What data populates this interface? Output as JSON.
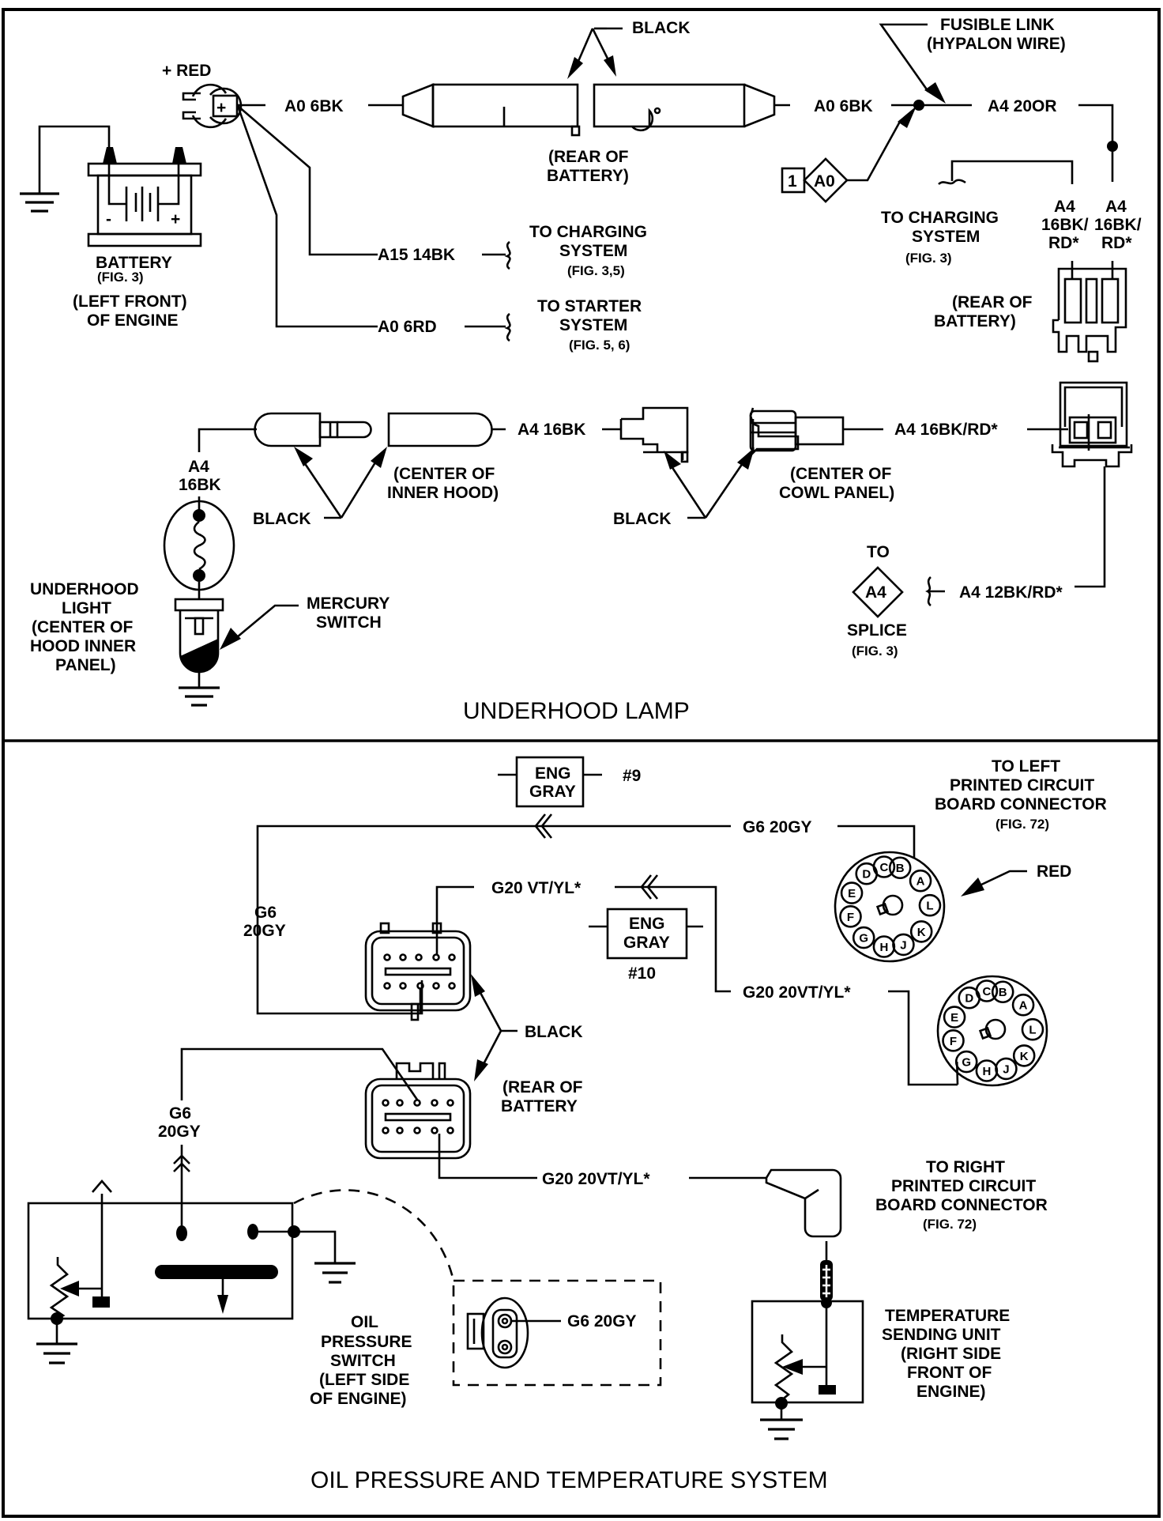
{
  "sections": [
    {
      "title": "UNDERHOOD LAMP",
      "labels": {
        "battery_terminal": "+ RED",
        "terminal_plus": "+",
        "battery_minus": "-",
        "battery_plus": "+",
        "battery_name": "BATTERY",
        "battery_fig": "(FIG. 3)",
        "battery_loc_1": "(LEFT FRONT)",
        "battery_loc_2": "OF ENGINE",
        "wire_a0_6bk_left": "A0 6BK",
        "wire_a0_6bk_right": "A0 6BK",
        "wire_a15_14bk": "A15 14BK",
        "wire_a0_6rd": "A0 6RD",
        "to_charging_1": "TO CHARGING",
        "to_charging_2": "SYSTEM",
        "to_charging_fig": "(FIG. 3,5)",
        "to_starter_1": "TO STARTER",
        "to_starter_2": "SYSTEM",
        "to_starter_fig": "(FIG. 5, 6)",
        "connector_color_top": "BLACK",
        "rear_battery_top_1": "(REAR OF",
        "rear_battery_top_2": "BATTERY)",
        "fusible_link_1": "FUSIBLE LINK",
        "fusible_link_2": "(HYPALON WIRE)",
        "wire_a4_20or": "A4 20OR",
        "splice_num": "1",
        "splice_a0": "A0",
        "to_charging_r_1": "TO CHARGING",
        "to_charging_r_2": "SYSTEM",
        "to_charging_r_fig": "(FIG. 3)",
        "a4_left_1": "A4",
        "a4_left_2": "16BK/",
        "a4_left_3": "RD*",
        "a4_right_1": "A4",
        "a4_right_2": "16BK/",
        "a4_right_3": "RD*",
        "rear_battery_r_1": "(REAR OF",
        "rear_battery_r_2": "BATTERY)",
        "lamp_wire_1": "A4",
        "lamp_wire_2": "16BK",
        "black_hood": "BLACK",
        "center_hood_1": "(CENTER OF",
        "center_hood_2": "INNER HOOD)",
        "wire_a4_16bk": "A4 16BK",
        "black_cowl": "BLACK",
        "center_cowl_1": "(CENTER OF",
        "center_cowl_2": "COWL PANEL)",
        "wire_a4_16bkrd": "A4 16BK/RD*",
        "to_splice": "TO",
        "splice_a4": "A4",
        "splice_word": "SPLICE",
        "splice_fig": "(FIG. 3)",
        "wire_a4_12bkrd": "A4 12BK/RD*",
        "underhood_1": "UNDERHOOD",
        "underhood_2": "LIGHT",
        "underhood_3": "(CENTER OF",
        "underhood_4": "HOOD INNER",
        "underhood_5": "PANEL)",
        "mercury_1": "MERCURY",
        "mercury_2": "SWITCH"
      }
    },
    {
      "title": "OIL PRESSURE AND TEMPERATURE SYSTEM",
      "labels": {
        "eng_gray_9_1": "ENG",
        "eng_gray_9_2": "GRAY",
        "eng_gray_9_num": "#9",
        "eng_gray_10_1": "ENG",
        "eng_gray_10_2": "GRAY",
        "eng_gray_10_num": "#10",
        "wire_g6_20gy_top": "G6 20GY",
        "wire_g20_vtyl": "G20 VT/YL*",
        "wire_g20_20vtyl_right": "G20 20VT/YL*",
        "wire_g20_20vtyl_bottom": "G20 20VT/YL*",
        "g6_left_1": "G6",
        "g6_left_2": "20GY",
        "g6_lower_1": "G6",
        "g6_lower_2": "20GY",
        "black": "BLACK",
        "rear_battery_1": "(REAR OF",
        "rear_battery_2": "BATTERY",
        "to_left_pcb_1": "TO LEFT",
        "to_left_pcb_2": "PRINTED CIRCUIT",
        "to_left_pcb_3": "BOARD CONNECTOR",
        "to_left_pcb_fig": "(FIG. 72)",
        "red": "RED",
        "to_right_pcb_1": "TO RIGHT",
        "to_right_pcb_2": "PRINTED CIRCUIT",
        "to_right_pcb_3": "BOARD CONNECTOR",
        "to_right_pcb_fig": "(FIG. 72)",
        "oil_1": "OIL",
        "oil_2": "PRESSURE",
        "oil_3": "SWITCH",
        "oil_4": "(LEFT SIDE",
        "oil_5": "OF ENGINE)",
        "wire_g6_20gy_switch": "G6 20GY",
        "temp_1": "TEMPERATURE",
        "temp_2": "SENDING UNIT",
        "temp_3": "(RIGHT SIDE",
        "temp_4": "FRONT OF",
        "temp_5": "ENGINE)"
      },
      "pcb_pins": [
        "A",
        "B",
        "C",
        "D",
        "E",
        "F",
        "G",
        "H",
        "J",
        "K",
        "L"
      ]
    }
  ]
}
